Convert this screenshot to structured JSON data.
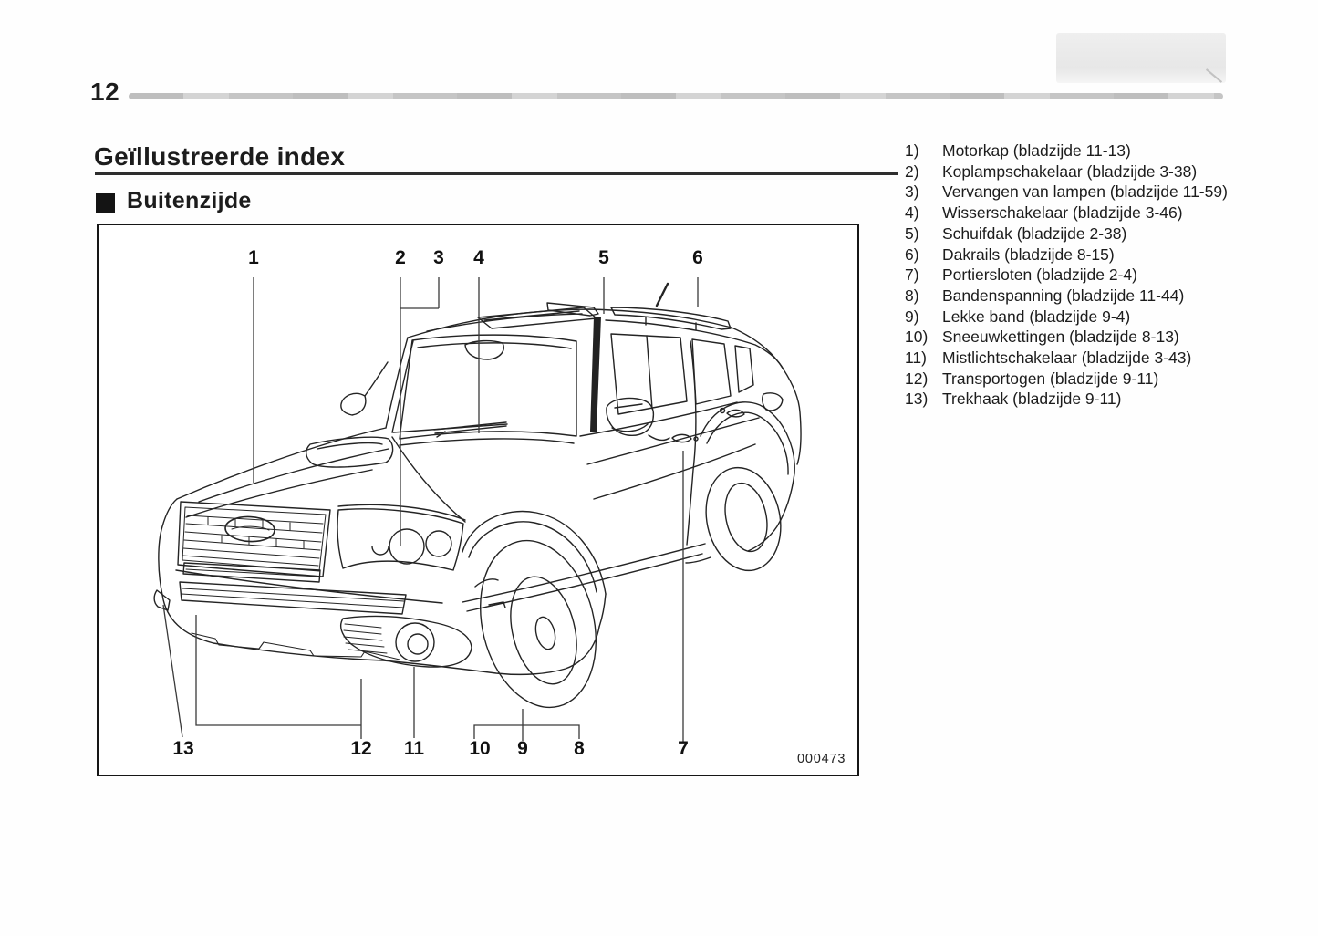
{
  "page": {
    "number": "12",
    "figure_id": "000473"
  },
  "header": {
    "title": "Geïllustreerde index",
    "section": "Buitenzijde"
  },
  "figure": {
    "top_callouts": [
      {
        "n": "1"
      },
      {
        "n": "2"
      },
      {
        "n": "3"
      },
      {
        "n": "4"
      },
      {
        "n": "5"
      },
      {
        "n": "6"
      }
    ],
    "bottom_callouts": [
      {
        "n": "13"
      },
      {
        "n": "12"
      },
      {
        "n": "11"
      },
      {
        "n": "10"
      },
      {
        "n": "9"
      },
      {
        "n": "8"
      },
      {
        "n": "7"
      }
    ]
  },
  "legend": {
    "items": [
      {
        "num": "1)",
        "text": "Motorkap (bladzijde 11-13)"
      },
      {
        "num": "2)",
        "text": "Koplampschakelaar (bladzijde 3-38)"
      },
      {
        "num": "3)",
        "text": "Vervangen van lampen (bladzijde 11-59)"
      },
      {
        "num": "4)",
        "text": "Wisserschakelaar (bladzijde 3-46)"
      },
      {
        "num": "5)",
        "text": "Schuifdak (bladzijde 2-38)"
      },
      {
        "num": "6)",
        "text": "Dakrails (bladzijde 8-15)"
      },
      {
        "num": "7)",
        "text": "Portiersloten (bladzijde 2-4)"
      },
      {
        "num": "8)",
        "text": "Bandenspanning (bladzijde 11-44)"
      },
      {
        "num": "9)",
        "text": "Lekke band (bladzijde 9-4)"
      },
      {
        "num": "10)",
        "text": "Sneeuwkettingen (bladzijde 8-13)"
      },
      {
        "num": "11)",
        "text": "Mistlichtschakelaar (bladzijde 3-43)"
      },
      {
        "num": "12)",
        "text": "Transportogen (bladzijde 9-11)"
      },
      {
        "num": "13)",
        "text": "Trekhaak (bladzijde 9-11)"
      }
    ]
  }
}
